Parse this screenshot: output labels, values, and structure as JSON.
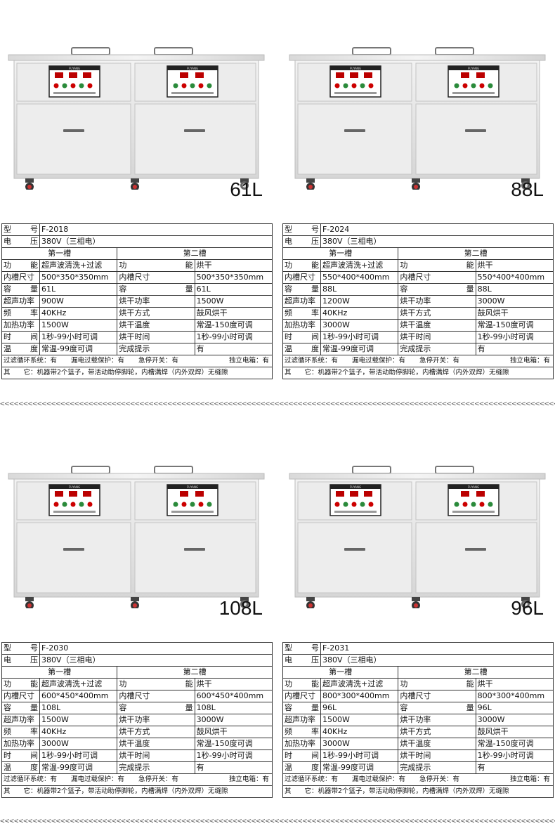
{
  "divider_text": "<<<<<<<<<<<<<<<<<<<<<<<<<<<<<<<<<<<<<<<<<<<<<<<<<<<<<<<<<<<<<<<<<<<<<<<<<<<<<<<<<<<<<<<<<<<<<<<<<<<<<<<<<<<<<<<<<<<<<<<<<<<<<",
  "panel_brand": "FUYANG",
  "labels": {
    "model": "型号",
    "voltage": "电压",
    "tank1": "第一槽",
    "tank2": "第二槽",
    "function": "功能",
    "inner_size": "内槽尺寸",
    "capacity": "容量",
    "ultra_power": "超声功率",
    "frequency": "频率",
    "heat_power": "加热功率",
    "time": "时间",
    "temperature": "温度",
    "dry_power": "烘干功率",
    "dry_mode": "烘干方式",
    "dry_temp": "烘干温度",
    "dry_time": "烘干时间",
    "done_prompt": "完成提示",
    "filter": "过滤循环系统：有",
    "leak": "漏电过载保护：有",
    "estop": "急停开关：有",
    "elecbox": "独立电箱：有",
    "other": "其　　它：机器带2个篮子，带活动助停脚轮，内槽满焊（内外双焊）无缝隙"
  },
  "products": [
    {
      "caption": "61L",
      "model": "F-2018",
      "voltage": "380V（三相电）",
      "function1": "超声波清洗+过滤",
      "function2": "烘干",
      "size1": "500*350*350mm",
      "size2": "500*350*350mm",
      "capacity1": "61L",
      "capacity2": "61L",
      "ultra_power": "900W",
      "dry_power": "1500W",
      "frequency": "40KHz",
      "dry_mode": "鼓风烘干",
      "heat_power": "1500W",
      "dry_temp": "常温-150度可调",
      "time": "1秒-99小时可调",
      "dry_time": "1秒-99小时可调",
      "temperature": "常温-99度可调",
      "done_prompt": "有"
    },
    {
      "caption": "88L",
      "model": "F-2024",
      "voltage": "380V（三相电）",
      "function1": "超声波清洗+过滤",
      "function2": "烘干",
      "size1": "550*400*400mm",
      "size2": "550*400*400mm",
      "capacity1": "88L",
      "capacity2": "88L",
      "ultra_power": "1200W",
      "dry_power": "3000W",
      "frequency": "40KHz",
      "dry_mode": "鼓风烘干",
      "heat_power": "3000W",
      "dry_temp": "常温-150度可调",
      "time": "1秒-99小时可调",
      "dry_time": "1秒-99小时可调",
      "temperature": "常温-99度可调",
      "done_prompt": "有"
    },
    {
      "caption": "108L",
      "model": "F-2030",
      "voltage": "380V（三相电）",
      "function1": "超声波清洗+过滤",
      "function2": "烘干",
      "size1": "600*450*400mm",
      "size2": "600*450*400mm",
      "capacity1": "108L",
      "capacity2": "108L",
      "ultra_power": "1500W",
      "dry_power": "3000W",
      "frequency": "40KHz",
      "dry_mode": "鼓风烘干",
      "heat_power": "3000W",
      "dry_temp": "常温-150度可调",
      "time": "1秒-99小时可调",
      "dry_time": "1秒-99小时可调",
      "temperature": "常温-99度可调",
      "done_prompt": "有"
    },
    {
      "caption": "96L",
      "model": "F-2031",
      "voltage": "380V（三相电）",
      "function1": "超声波清洗+过滤",
      "function2": "烘干",
      "size1": "800*300*400mm",
      "size2": "800*300*400mm",
      "capacity1": "96L",
      "capacity2": "96L",
      "ultra_power": "1500W",
      "dry_power": "3000W",
      "frequency": "40KHz",
      "dry_mode": "鼓风烘干",
      "heat_power": "3000W",
      "dry_temp": "常温-150度可调",
      "time": "1秒-99小时可调",
      "dry_time": "1秒-99小时可调",
      "temperature": "常温-99度可调",
      "done_prompt": "有"
    }
  ]
}
